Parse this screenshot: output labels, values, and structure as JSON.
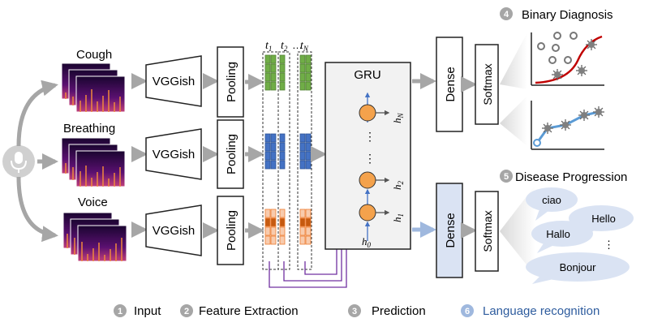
{
  "inputs": [
    {
      "label": "Cough"
    },
    {
      "label": "Breathing"
    },
    {
      "label": "Voice"
    }
  ],
  "vggish_label": "VGGish",
  "pooling_label": "Pooling",
  "time_labels": {
    "t1": "t",
    "t1_sub": "1",
    "t2": "t",
    "t2_sub": "2",
    "dots": "…",
    "tN": "t",
    "tN_sub": "N"
  },
  "gru": {
    "title": "GRU",
    "h0": "h",
    "h0_sub": "0",
    "h1": "h",
    "h1_sub": "1",
    "h2": "h",
    "h2_sub": "2",
    "hN": "h",
    "hN_sub": "N"
  },
  "dense_label": "Dense",
  "softmax_label": "Softmax",
  "outputs": {
    "binary_diagnosis": {
      "num": "4",
      "label": "Binary Diagnosis"
    },
    "disease_progression": {
      "num": "5",
      "label": "Disease Progression"
    }
  },
  "language_bubbles": [
    "ciao",
    "Hello",
    "Hallo",
    "⋮",
    "Bonjour"
  ],
  "legend": [
    {
      "num": "1",
      "label": "Input"
    },
    {
      "num": "2",
      "label": "Feature Extraction"
    },
    {
      "num": "3",
      "label": "Prediction"
    },
    {
      "num": "6",
      "label": "Language recognition"
    }
  ],
  "colors": {
    "arrow": "#a6a6a6",
    "green": "#70ad47",
    "blue": "#4472c4",
    "orange": "#ed7d31",
    "purple": "#7030a0",
    "red_curve": "#c00000",
    "light_blue": "#dae3f3",
    "lang_blue": "#2e5c9e"
  },
  "icons": [
    "microphone-icon",
    "virus-icon",
    "spectrogram-image"
  ]
}
